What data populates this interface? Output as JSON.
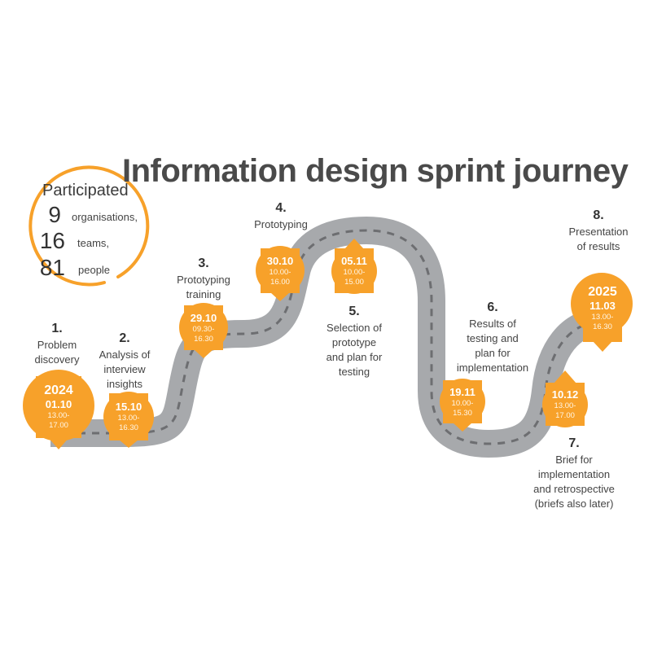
{
  "title": "Information design sprint journey",
  "colors": {
    "accent": "#F7A12A",
    "road": "#A7A9AC",
    "road_dash": "#6D6E71",
    "text": "#444444"
  },
  "participation": {
    "heading": "Participated",
    "items": [
      {
        "count": "9",
        "label": "organisations,"
      },
      {
        "count": "16",
        "label": "teams,"
      },
      {
        "count": "81",
        "label": "people"
      }
    ]
  },
  "steps": [
    {
      "number": "1.",
      "label": "Problem\ndiscovery",
      "year": "2024",
      "date": "01.10",
      "time": "13.00-\n17.00"
    },
    {
      "number": "2.",
      "label": "Analysis of\ninterview\ninsights",
      "year": "",
      "date": "15.10",
      "time": "13.00-\n16.30"
    },
    {
      "number": "3.",
      "label": "Prototyping\ntraining",
      "year": "",
      "date": "29.10",
      "time": "09.30-\n16.30"
    },
    {
      "number": "4.",
      "label": "Prototyping",
      "year": "",
      "date": "30.10",
      "time": "10.00-\n16.00"
    },
    {
      "number": "5.",
      "label": "Selection of\nprototype\nand plan for\ntesting",
      "year": "",
      "date": "05.11",
      "time": "10.00-\n15.00"
    },
    {
      "number": "6.",
      "label": "Results of\ntesting and\nplan for\nimplementation",
      "year": "",
      "date": "19.11",
      "time": "10.00-\n15.30"
    },
    {
      "number": "7.",
      "label": "Brief for\nimplementation\nand retrospective\n(briefs also later)",
      "year": "",
      "date": "10.12",
      "time": "13.00-\n17.00"
    },
    {
      "number": "8.",
      "label": "Presentation\nof results",
      "year": "2025",
      "date": "11.03",
      "time": "13.00-\n16.30"
    }
  ]
}
